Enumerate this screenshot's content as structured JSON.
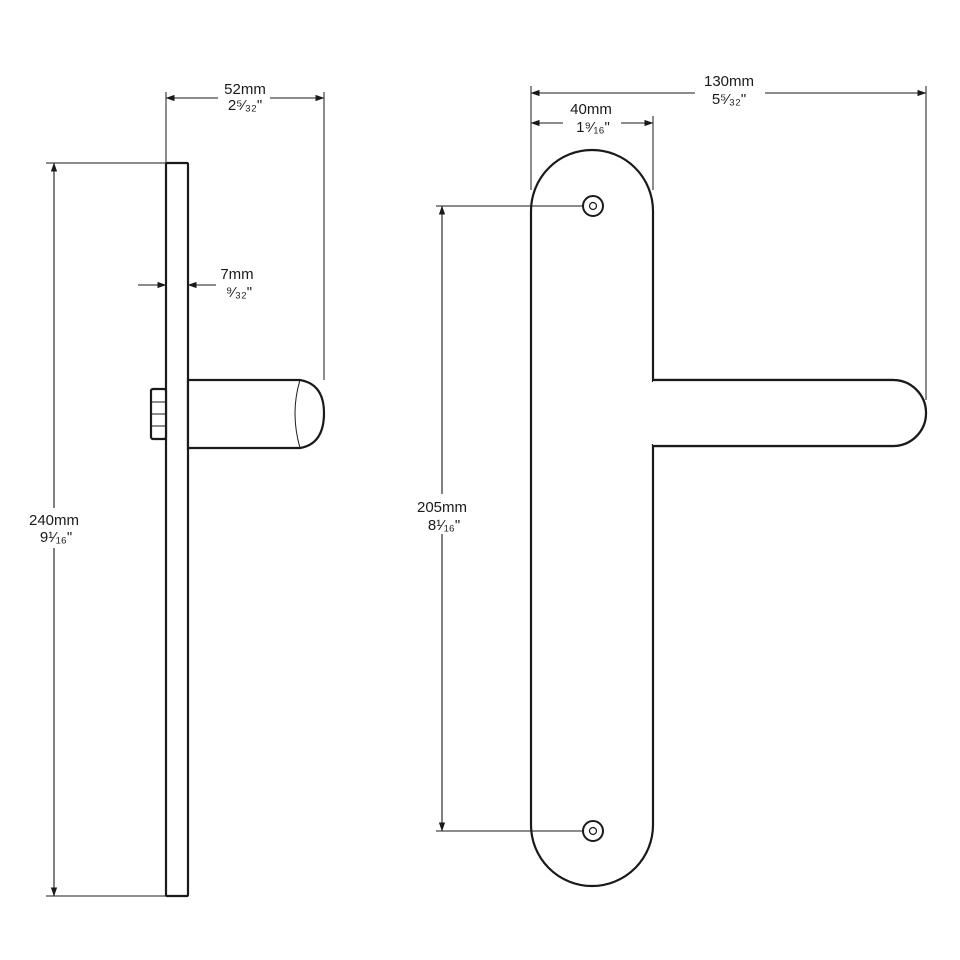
{
  "dimensions": {
    "side_height": {
      "metric": "240mm",
      "imperial": "9¹⁄₁₆\""
    },
    "side_projection": {
      "metric": "52mm",
      "imperial": "2⁵⁄₃₂\""
    },
    "plate_thickness": {
      "metric": "7mm",
      "imperial": "⁹⁄₃₂\""
    },
    "overall_width": {
      "metric": "130mm",
      "imperial": "5⁵⁄₃₂\""
    },
    "plate_width": {
      "metric": "40mm",
      "imperial": "1⁹⁄₁₆\""
    },
    "screw_centers": {
      "metric": "205mm",
      "imperial": "8¹⁄₁₆\""
    }
  }
}
